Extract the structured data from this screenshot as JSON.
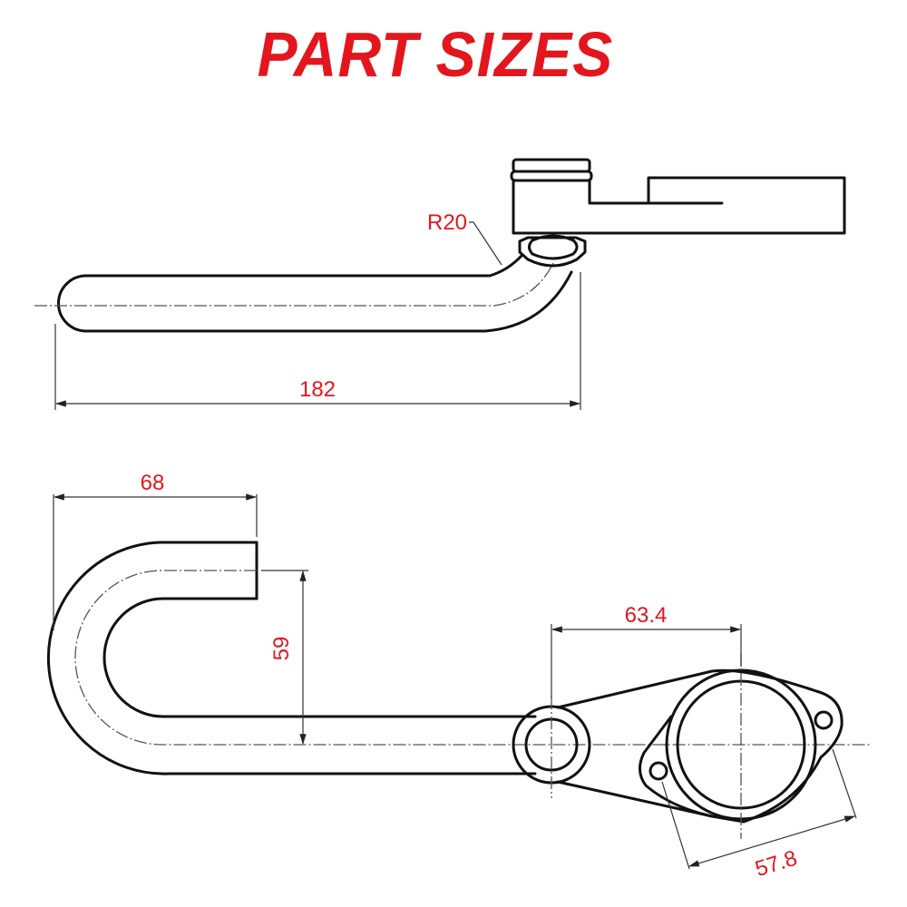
{
  "title": "PART SIZES",
  "colors": {
    "title": "#e3161e",
    "dimension_text": "#e3161e",
    "lines": "#111111",
    "background": "#ffffff"
  },
  "top_view": {
    "radius_label": "R20",
    "length_label": "182"
  },
  "bottom_view": {
    "bend_width_label": "68",
    "bend_height_label": "59",
    "flange_offset_label": "63.4",
    "bolt_spacing_label": "57.8"
  }
}
